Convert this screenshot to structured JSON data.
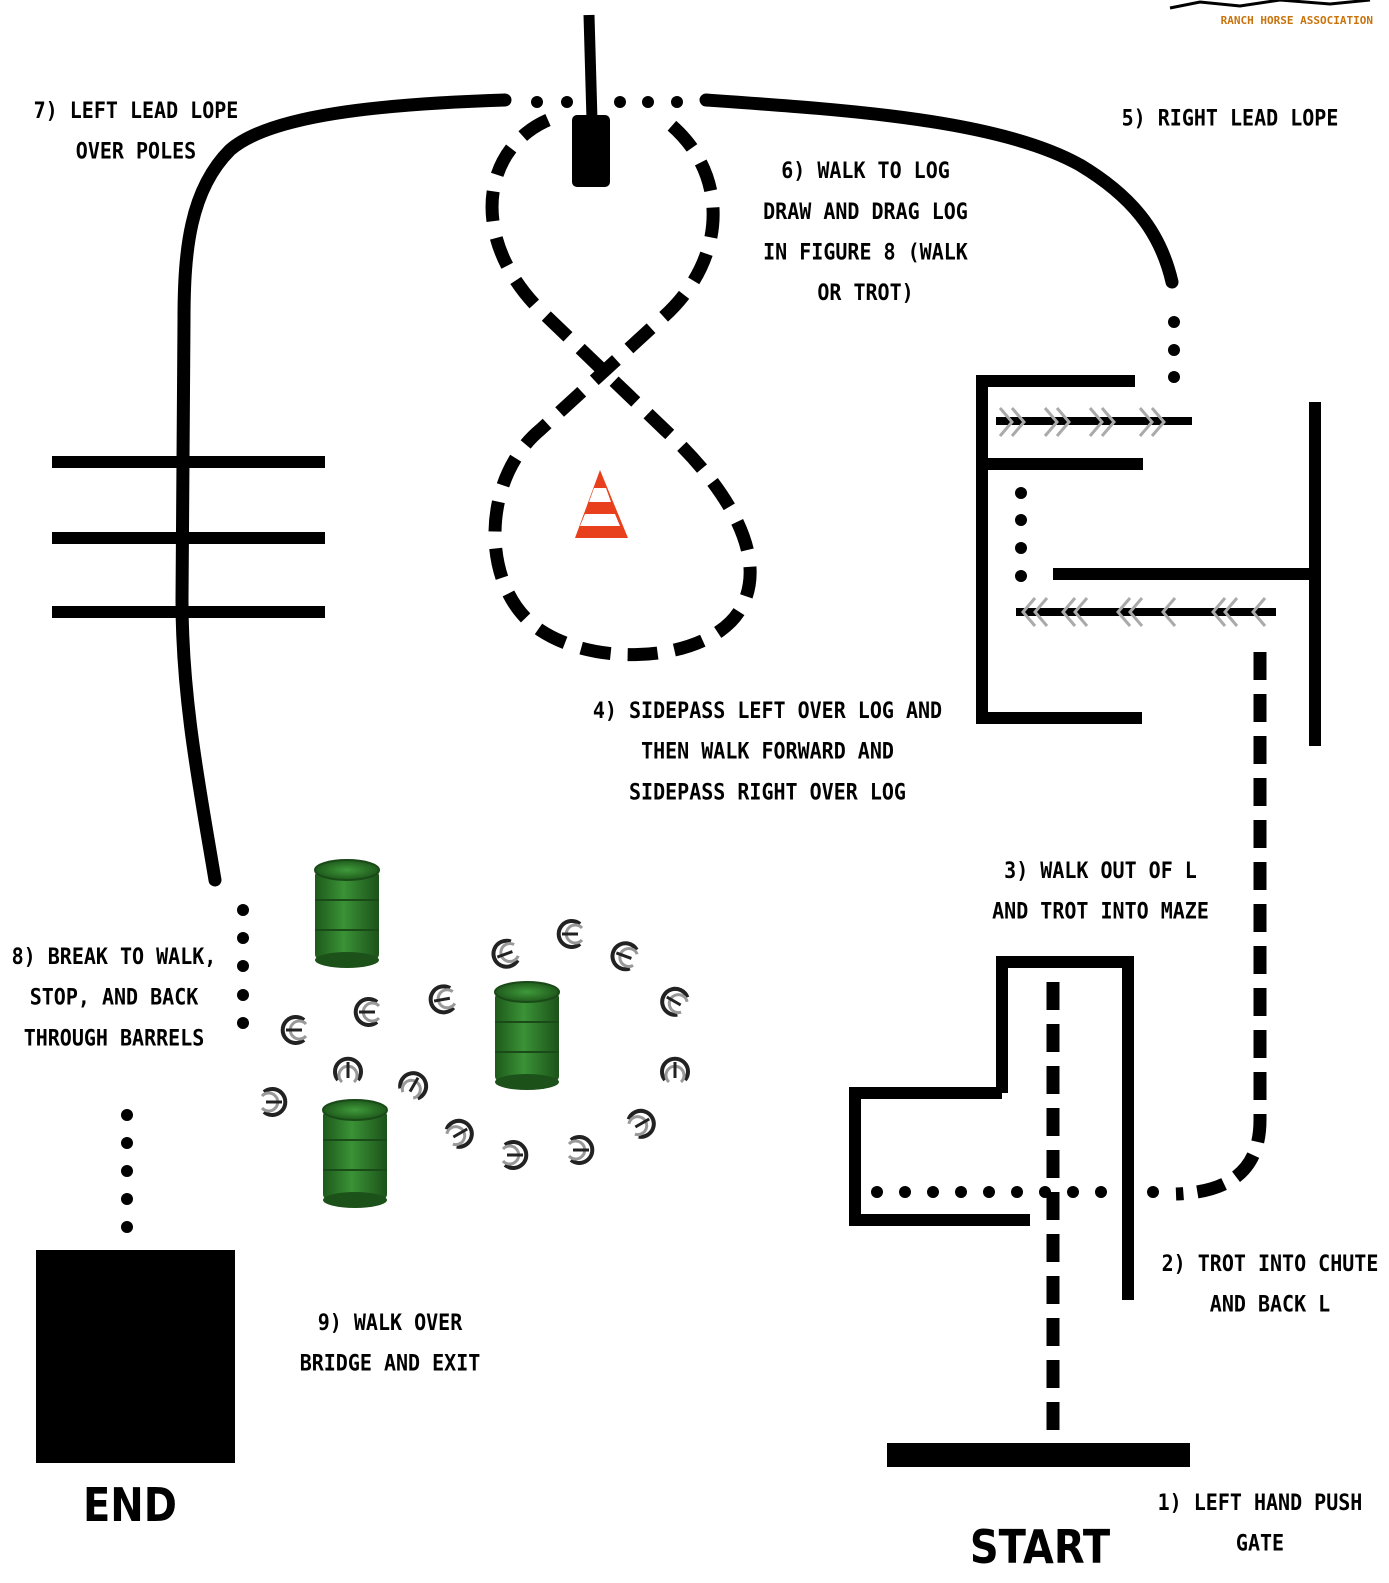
{
  "labels": {
    "step1": "1) LEFT HAND PUSH\nGATE",
    "step2": "2) TROT INTO CHUTE\nAND BACK L",
    "step3": "3) WALK OUT OF L\nAND TROT INTO MAZE",
    "step4": "4) SIDEPASS LEFT OVER LOG AND\nTHEN WALK FORWARD AND\nSIDEPASS RIGHT OVER LOG",
    "step5": "5) RIGHT LEAD LOPE",
    "step6": "6) WALK TO LOG\nDRAW AND DRAG LOG\nIN FIGURE 8 (WALK\nOR TROT)",
    "step7": "7) LEFT LEAD LOPE\nOVER POLES",
    "step8": "8) BREAK TO WALK,\nSTOP, AND BACK\nTHROUGH BARRELS",
    "step9": "9) WALK OVER\nBRIDGE AND EXIT",
    "start": "START",
    "end": "END"
  },
  "logo_text": "RANCH HORSE ASSOCIATION",
  "colors": {
    "line": "#000000",
    "barrel": "#2e7a2a",
    "cone_orange": "#e8401c",
    "logo": "#c9730c"
  },
  "icons": [
    "traffic-cone-icon",
    "barrel-icon",
    "horseshoe-track-icon",
    "chevron-track-icon",
    "logo-icon"
  ]
}
